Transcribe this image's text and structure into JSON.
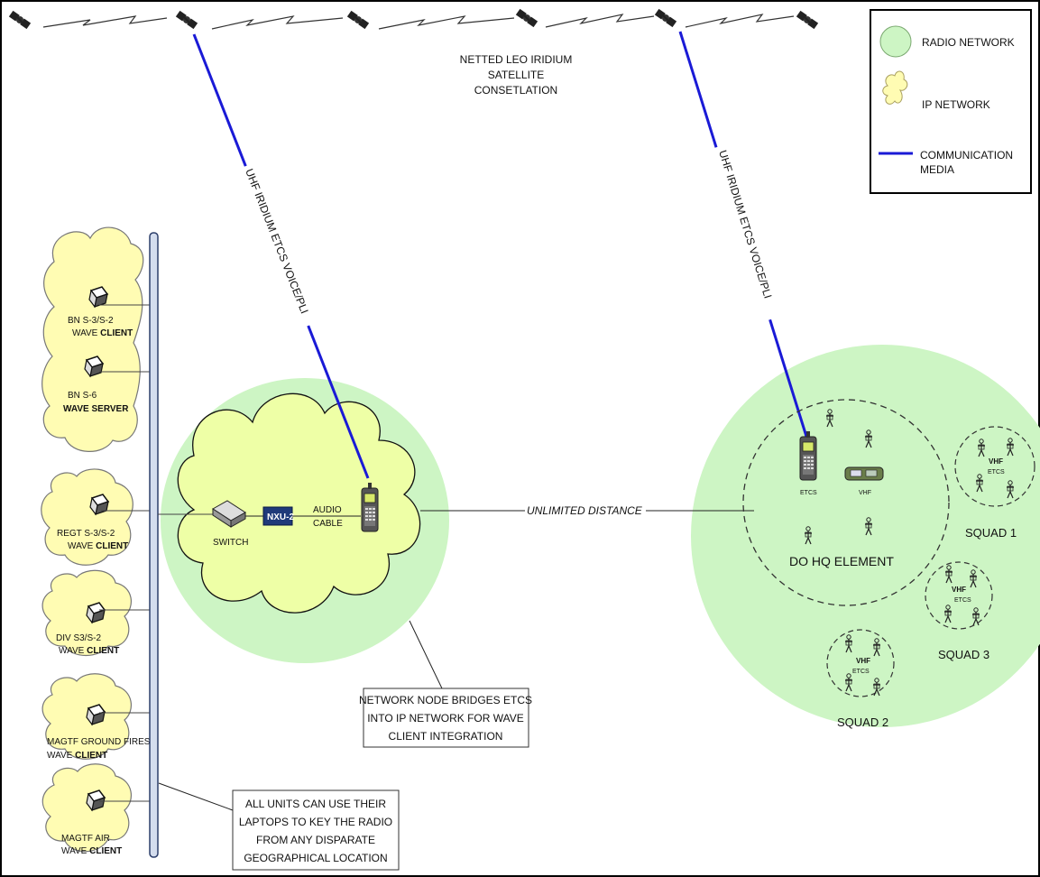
{
  "legend": {
    "radio_network": "RADIO NETWORK",
    "ip_network": "IP NETWORK",
    "comm_line1": "COMMUNICATION",
    "comm_line2": "MEDIA",
    "colors": {
      "radio": "#cdf5c4",
      "ip": "#fffcb3",
      "media": "#1a1ad6"
    }
  },
  "satellite": {
    "line1": "NETTED LEO IRIDIUM",
    "line2": "SATELLITE",
    "line3": "CONSETLATION",
    "uplink_left": "UHF IRIDIUM ETCS VOICE/PLI",
    "uplink_right": "UHF IRIDIUM ETCS VOICE/PLI"
  },
  "clients": {
    "bn_s3": {
      "line1": "BN S-3/S-2",
      "line2a": "WAVE ",
      "line2b": "CLIENT"
    },
    "bn_s6": {
      "line1": "BN S-6",
      "line2": "WAVE SERVER"
    },
    "regt": {
      "line1": "REGT S-3/S-2",
      "line2a": "WAVE ",
      "line2b": "CLIENT"
    },
    "div": {
      "line1": "DIV S3/S-2",
      "line2a": "WAVE ",
      "line2b": "CLIENT"
    },
    "ground": {
      "line1": "MAGTF GROUND FIRES",
      "line2a": "WAVE ",
      "line2b": "CLIENT"
    },
    "air": {
      "line1": "MAGTF AIR",
      "line2a": "WAVE ",
      "line2b": "CLIENT"
    }
  },
  "node": {
    "switch": "SWITCH",
    "nxu": "NXU-2",
    "audio1": "AUDIO",
    "audio2": "CABLE"
  },
  "link": {
    "distance": "UNLIMITED DISTANCE"
  },
  "radio_side": {
    "hq": "DO HQ ELEMENT",
    "etcs": "ETCS",
    "vhf": "VHF",
    "squad1": "SQUAD 1",
    "squad2": "SQUAD 2",
    "squad3": "SQUAD 3",
    "sq_vhf": "VHF",
    "sq_etcs": "ETCS"
  },
  "callouts": {
    "node": [
      "NETWORK NODE BRIDGES ETCS",
      "INTO IP NETWORK FOR  WAVE",
      "CLIENT INTEGRATION"
    ],
    "laptops": [
      "ALL UNITS CAN USE THEIR",
      "LAPTOPS TO KEY THE RADIO",
      "FROM ANY DISPARATE",
      "GEOGRAPHICAL LOCATION"
    ]
  }
}
